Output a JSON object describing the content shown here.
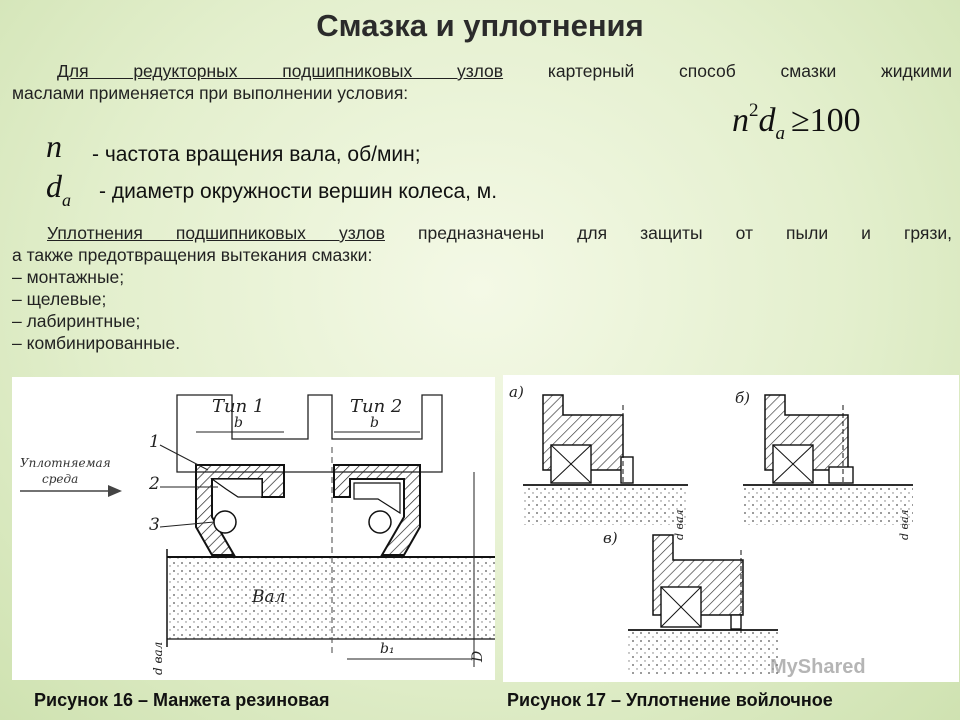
{
  "title": "Смазка и уплотнения",
  "paragraph1": {
    "underlined": "Для редукторных подшипниковых узлов",
    "rest_line1": " картерный способ смазки жидкими",
    "line2": "маслами применяется при выполнении условия:"
  },
  "formula": {
    "n": "n",
    "exp": "2",
    "d": "d",
    "sub": "a",
    "ge": "≥",
    "value": "100"
  },
  "definitions": [
    {
      "symbol": "n",
      "subscript": "",
      "text": "- частота вращения вала, об/мин;"
    },
    {
      "symbol": "d",
      "subscript": "a",
      "text": "- диаметр окружности вершин колеса, м."
    }
  ],
  "paragraph2": {
    "underlined": "Уплотнения подшипниковых узлов",
    "rest_line1": " предназначены для защиты от пыли и грязи,",
    "line2": "а также предотвращения вытекания смазки:",
    "items": [
      "– монтажные;",
      "– щелевые;",
      "– лабиринтные;",
      "– комбинированные."
    ]
  },
  "figure16": {
    "type1": "Тип 1",
    "type2": "Тип 2",
    "dim_b": "b",
    "dim_b1": "b₁",
    "medium_line1": "Уплотняемая",
    "medium_line2": "среда",
    "num1": "1",
    "num2": "2",
    "num3": "3",
    "shaft": "Вал",
    "d_shaft": "d вал",
    "D": "D",
    "caption": "Рисунок 16 – Манжета резиновая"
  },
  "figure17": {
    "a": "а)",
    "b": "б)",
    "v": "в)",
    "d_shaft": "d вал",
    "caption": "Рисунок 17 – Уплотнение войлочное"
  },
  "watermark": "MyShared"
}
